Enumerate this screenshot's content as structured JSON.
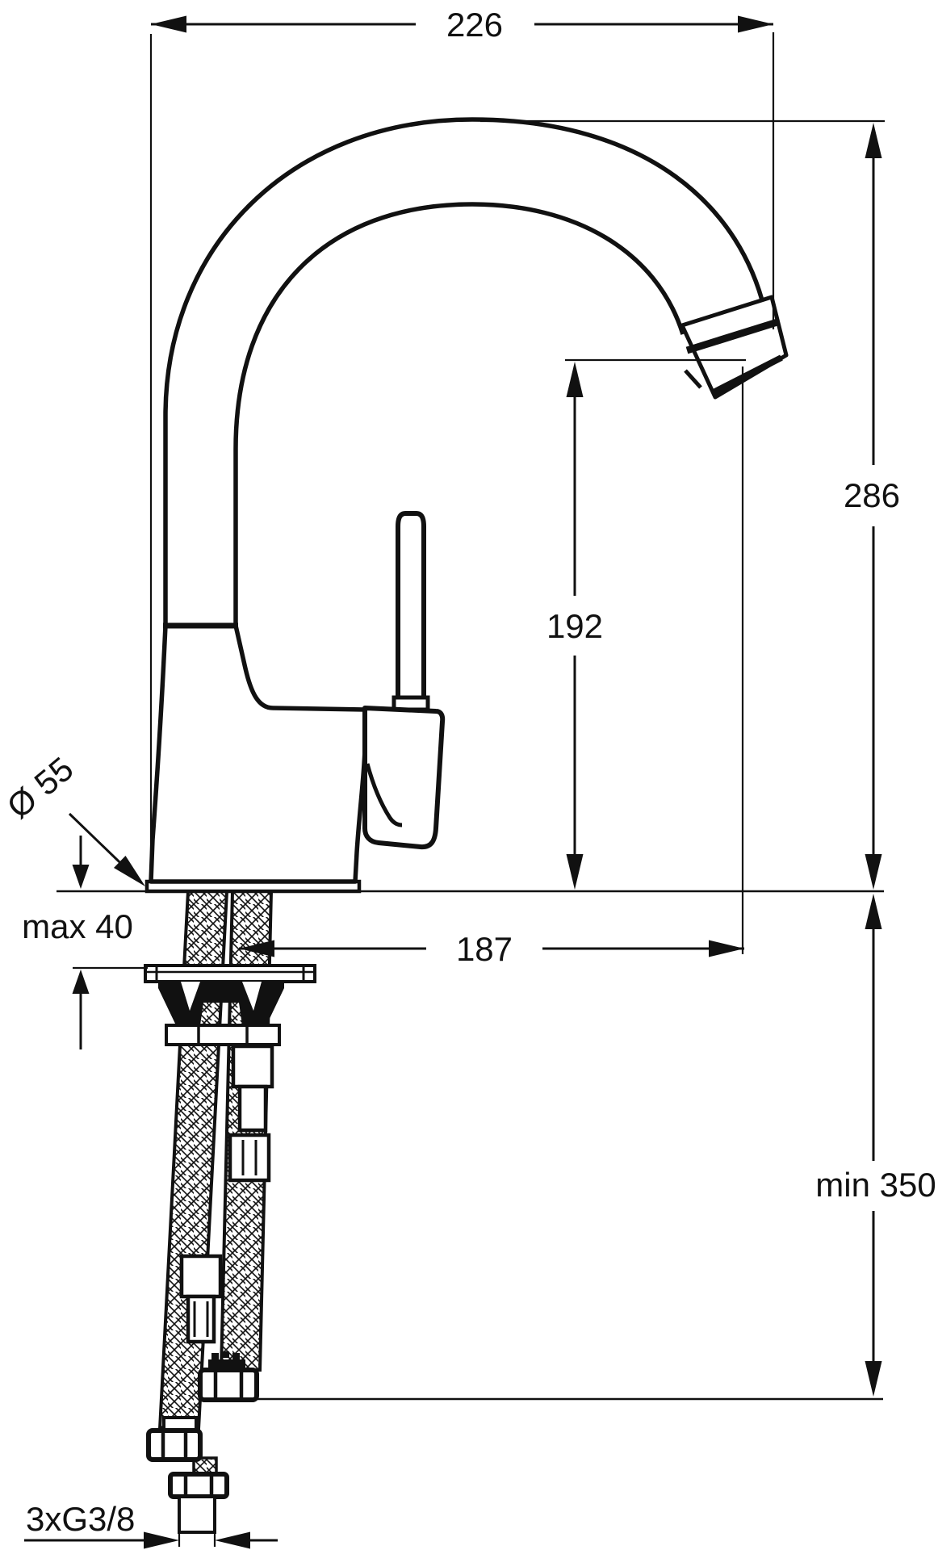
{
  "drawing": {
    "title": "kitchen-mixer-dimension-drawing",
    "colors": {
      "ink": "#111111",
      "background": "#ffffff"
    },
    "labels": {
      "width_overall": "226",
      "height_overall": "286",
      "height_outlet": "192",
      "reach": "187",
      "counter_thickness": "max 40",
      "clearance_below": "min 350",
      "base_diameter": "Ø 55",
      "connections": "3xG3/8"
    }
  }
}
